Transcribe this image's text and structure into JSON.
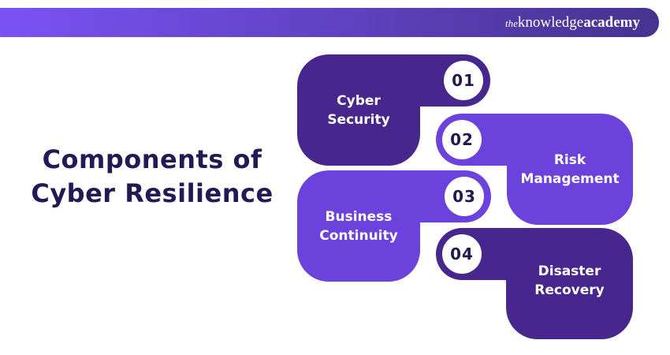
{
  "banner": {
    "logo": {
      "the": "the",
      "knowledge": "knowledge",
      "academy": "academy"
    }
  },
  "title": {
    "line1": "Components of",
    "line2": "Cyber Resilience"
  },
  "items": [
    {
      "number": "01",
      "label": "Cyber Security",
      "variant": "dark",
      "circle_side": "right"
    },
    {
      "number": "02",
      "label": "Risk Management",
      "variant": "light",
      "circle_side": "left"
    },
    {
      "number": "03",
      "label": "Business Continuity",
      "variant": "light",
      "circle_side": "right"
    },
    {
      "number": "04",
      "label": "Disaster Recovery",
      "variant": "dark",
      "circle_side": "left"
    }
  ],
  "colors": {
    "dark_purple": "#47278D",
    "light_purple": "#6C42DC",
    "banner_gradient_left": "#7B52F5",
    "banner_gradient_right": "#453390",
    "title": "#221A55",
    "number": "#1E1A4E",
    "label_text": "#FFFFFF",
    "background": "#FFFFFF"
  }
}
